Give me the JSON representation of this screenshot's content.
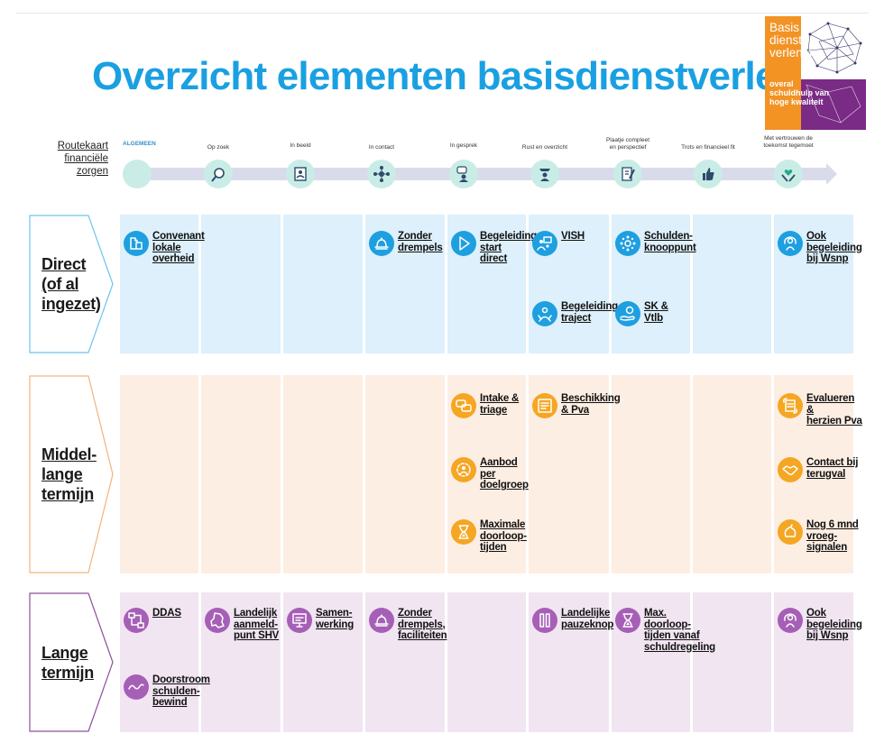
{
  "title": "Overzicht elementen basisdienstverlening",
  "logo": {
    "main": "Basis\ndienst\nverlening",
    "tagline": "overal\nschuldhulp van\nhoge kwaliteit"
  },
  "route": {
    "label": "Routekaart\nfinanciële\nzorgen",
    "stages": [
      {
        "label": "ALGEMEEN",
        "icon": "blank-dot-icon"
      },
      {
        "label": "Op zoek",
        "icon": "magnifier-icon"
      },
      {
        "label": "In beeld",
        "icon": "portrait-icon"
      },
      {
        "label": "In contact",
        "icon": "network-icon"
      },
      {
        "label": "In gesprek",
        "icon": "conversation-icon"
      },
      {
        "label": "Rust en overzicht",
        "icon": "calm-person-icon"
      },
      {
        "label": "Plaatje compleet\nen perspectief",
        "icon": "document-pen-icon"
      },
      {
        "label": "Trots en financieel fit",
        "icon": "thumbs-up-icon"
      },
      {
        "label": "Met vertrouwen de\ntoekomst tegemoet",
        "icon": "heart-hands-icon"
      }
    ]
  },
  "rows": [
    {
      "label": "Direct\n(of al\ningezet)",
      "theme": "blue"
    },
    {
      "label": "Middel-\nlange\ntermijn",
      "theme": "orange"
    },
    {
      "label": "Lange\ntermijn",
      "theme": "purple"
    }
  ],
  "items": {
    "direct": [
      {
        "col": 0,
        "slot": 0,
        "label": "Convenant\nlokale\noverheid",
        "icon": "puzzle-icon"
      },
      {
        "col": 3,
        "slot": 0,
        "label": "Zonder\ndrempels",
        "icon": "bell-icon"
      },
      {
        "col": 4,
        "slot": 0,
        "label": "Begeleiding\nstart\ndirect",
        "icon": "play-icon"
      },
      {
        "col": 5,
        "slot": 0,
        "label": "VISH",
        "icon": "people-screen-icon"
      },
      {
        "col": 5,
        "slot": 1,
        "label": "Begeleiding\ntraject",
        "icon": "guidance-icon"
      },
      {
        "col": 6,
        "slot": 0,
        "label": "Schulden-\nknooppunt",
        "icon": "hub-icon"
      },
      {
        "col": 6,
        "slot": 1,
        "label": "SK &\nVtlb",
        "icon": "coin-hand-icon"
      },
      {
        "col": 8,
        "slot": 0,
        "label": "Ook\nbegeleiding\nbij Wsnp",
        "icon": "support-icon"
      }
    ],
    "middel": [
      {
        "col": 4,
        "slot": 0,
        "label": "Intake &\ntriage",
        "icon": "chat-icon"
      },
      {
        "col": 4,
        "slot": 1,
        "label": "Aanbod per\ndoelgroep",
        "icon": "target-group-icon"
      },
      {
        "col": 4,
        "slot": 2,
        "label": "Maximale\ndoorloop-\ntijden",
        "icon": "hourglass-icon"
      },
      {
        "col": 5,
        "slot": 0,
        "label": "Beschikking\n& Pva",
        "icon": "document-icon"
      },
      {
        "col": 8,
        "slot": 0,
        "label": "Evalueren &\nherzien Pva",
        "icon": "review-icon"
      },
      {
        "col": 8,
        "slot": 1,
        "label": "Contact bij\nterugval",
        "icon": "handshake-icon"
      },
      {
        "col": 8,
        "slot": 2,
        "label": "Nog 6 mnd\nvroeg-\nsignalen",
        "icon": "rooster-icon"
      }
    ],
    "lange": [
      {
        "col": 0,
        "slot": 0,
        "label": "DDAS",
        "icon": "flowchart-icon"
      },
      {
        "col": 0,
        "slot": 1,
        "label": "Doorstroom\nschulden-\nbewind",
        "icon": "wave-icon"
      },
      {
        "col": 1,
        "slot": 0,
        "label": "Landelijk\naanmeld-\npunt SHV",
        "icon": "netherlands-map-icon"
      },
      {
        "col": 2,
        "slot": 0,
        "label": "Samen-\nwerking",
        "icon": "presentation-icon"
      },
      {
        "col": 3,
        "slot": 0,
        "label": "Zonder\ndrempels,\nfaciliteiten",
        "icon": "bell-icon"
      },
      {
        "col": 5,
        "slot": 0,
        "label": "Landelijke\npauzeknop",
        "icon": "pause-icon"
      },
      {
        "col": 6,
        "slot": 0,
        "label": "Max. doorloop-\ntijden vanaf\nschuldregeling",
        "icon": "hourglass-icon"
      },
      {
        "col": 8,
        "slot": 0,
        "label": "Ook\nbegeleiding\nbij Wsnp",
        "icon": "support-icon"
      }
    ]
  },
  "colors": {
    "title": "#1aa0e2",
    "blue_cell": "#ddf0fb",
    "orange_cell": "#fdeee3",
    "purple_cell": "#f1e5f2",
    "blue_icon": "#1e9fe0",
    "orange_icon": "#f5a623",
    "purple_icon": "#a65fb6",
    "route_bar": "#dadbea",
    "route_dot": "#c9ede6"
  }
}
